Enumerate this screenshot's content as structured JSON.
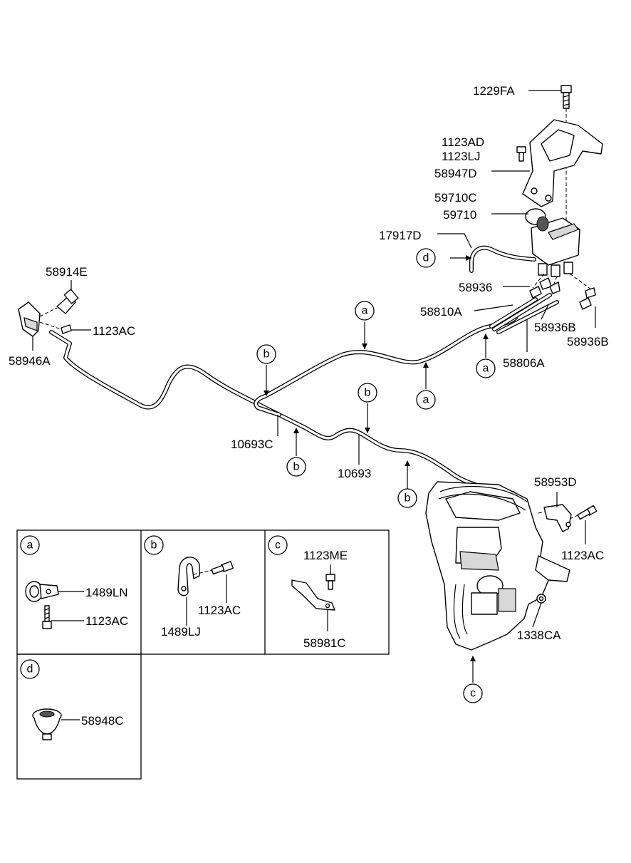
{
  "labels": {
    "p1229FA": "1229FA",
    "p1123AD": "1123AD",
    "p1123LJ": "1123LJ",
    "p58947D": "58947D",
    "p59710C": "59710C",
    "p59710": "59710",
    "p17917D": "17917D",
    "p58914E": "58914E",
    "p1123AC_top": "1123AC",
    "p58946A": "58946A",
    "p58936": "58936",
    "p58810A": "58810A",
    "p58936B_1": "58936B",
    "p58936B_2": "58936B",
    "p58806A": "58806A",
    "p10693C": "10693C",
    "p10693": "10693",
    "p58953D": "58953D",
    "p1123AC_right": "1123AC",
    "p1338CA": "1338CA",
    "inset_a_1489LN": "1489LN",
    "inset_a_1123AC": "1123AC",
    "inset_b_1123AC": "1123AC",
    "inset_b_1489LJ": "1489LJ",
    "inset_c_1123ME": "1123ME",
    "inset_c_58981C": "58981C",
    "inset_d_58948C": "58948C"
  },
  "callouts": {
    "a": "a",
    "b": "b",
    "c": "c",
    "d": "d"
  },
  "insets": {
    "a": "a",
    "b": "b",
    "c": "c",
    "d": "d"
  }
}
